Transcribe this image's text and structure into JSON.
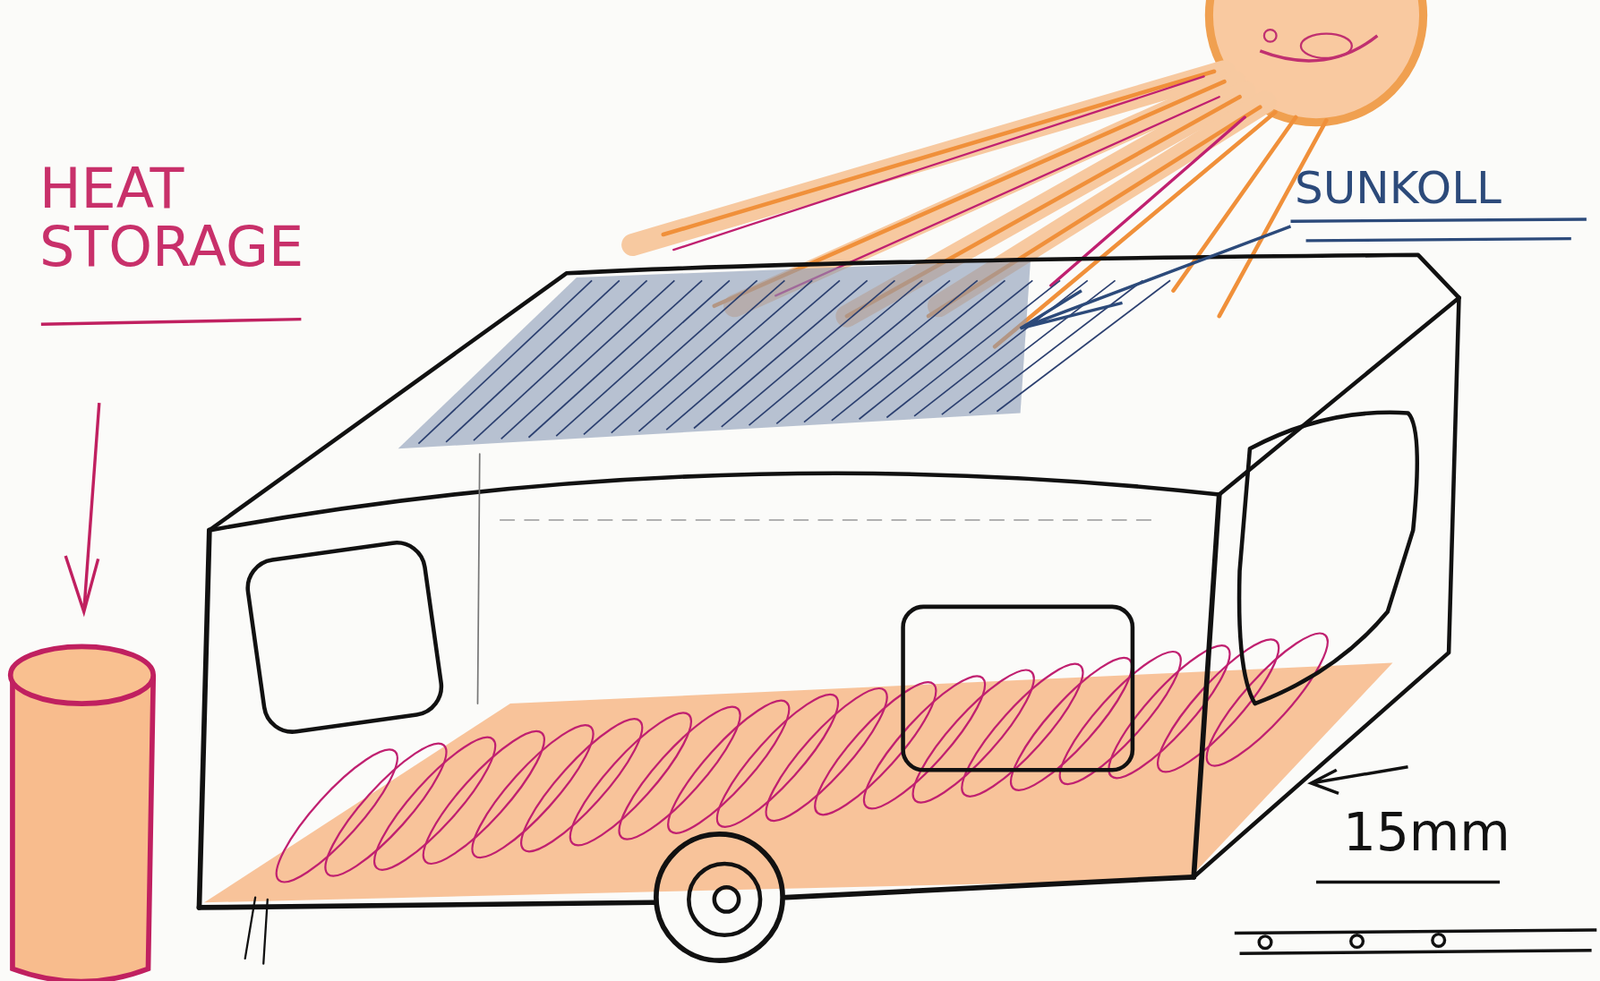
{
  "diagram": {
    "labels": [
      "HEAT STORAGE",
      "SUNKOLL",
      "15mm"
    ]
  }
}
